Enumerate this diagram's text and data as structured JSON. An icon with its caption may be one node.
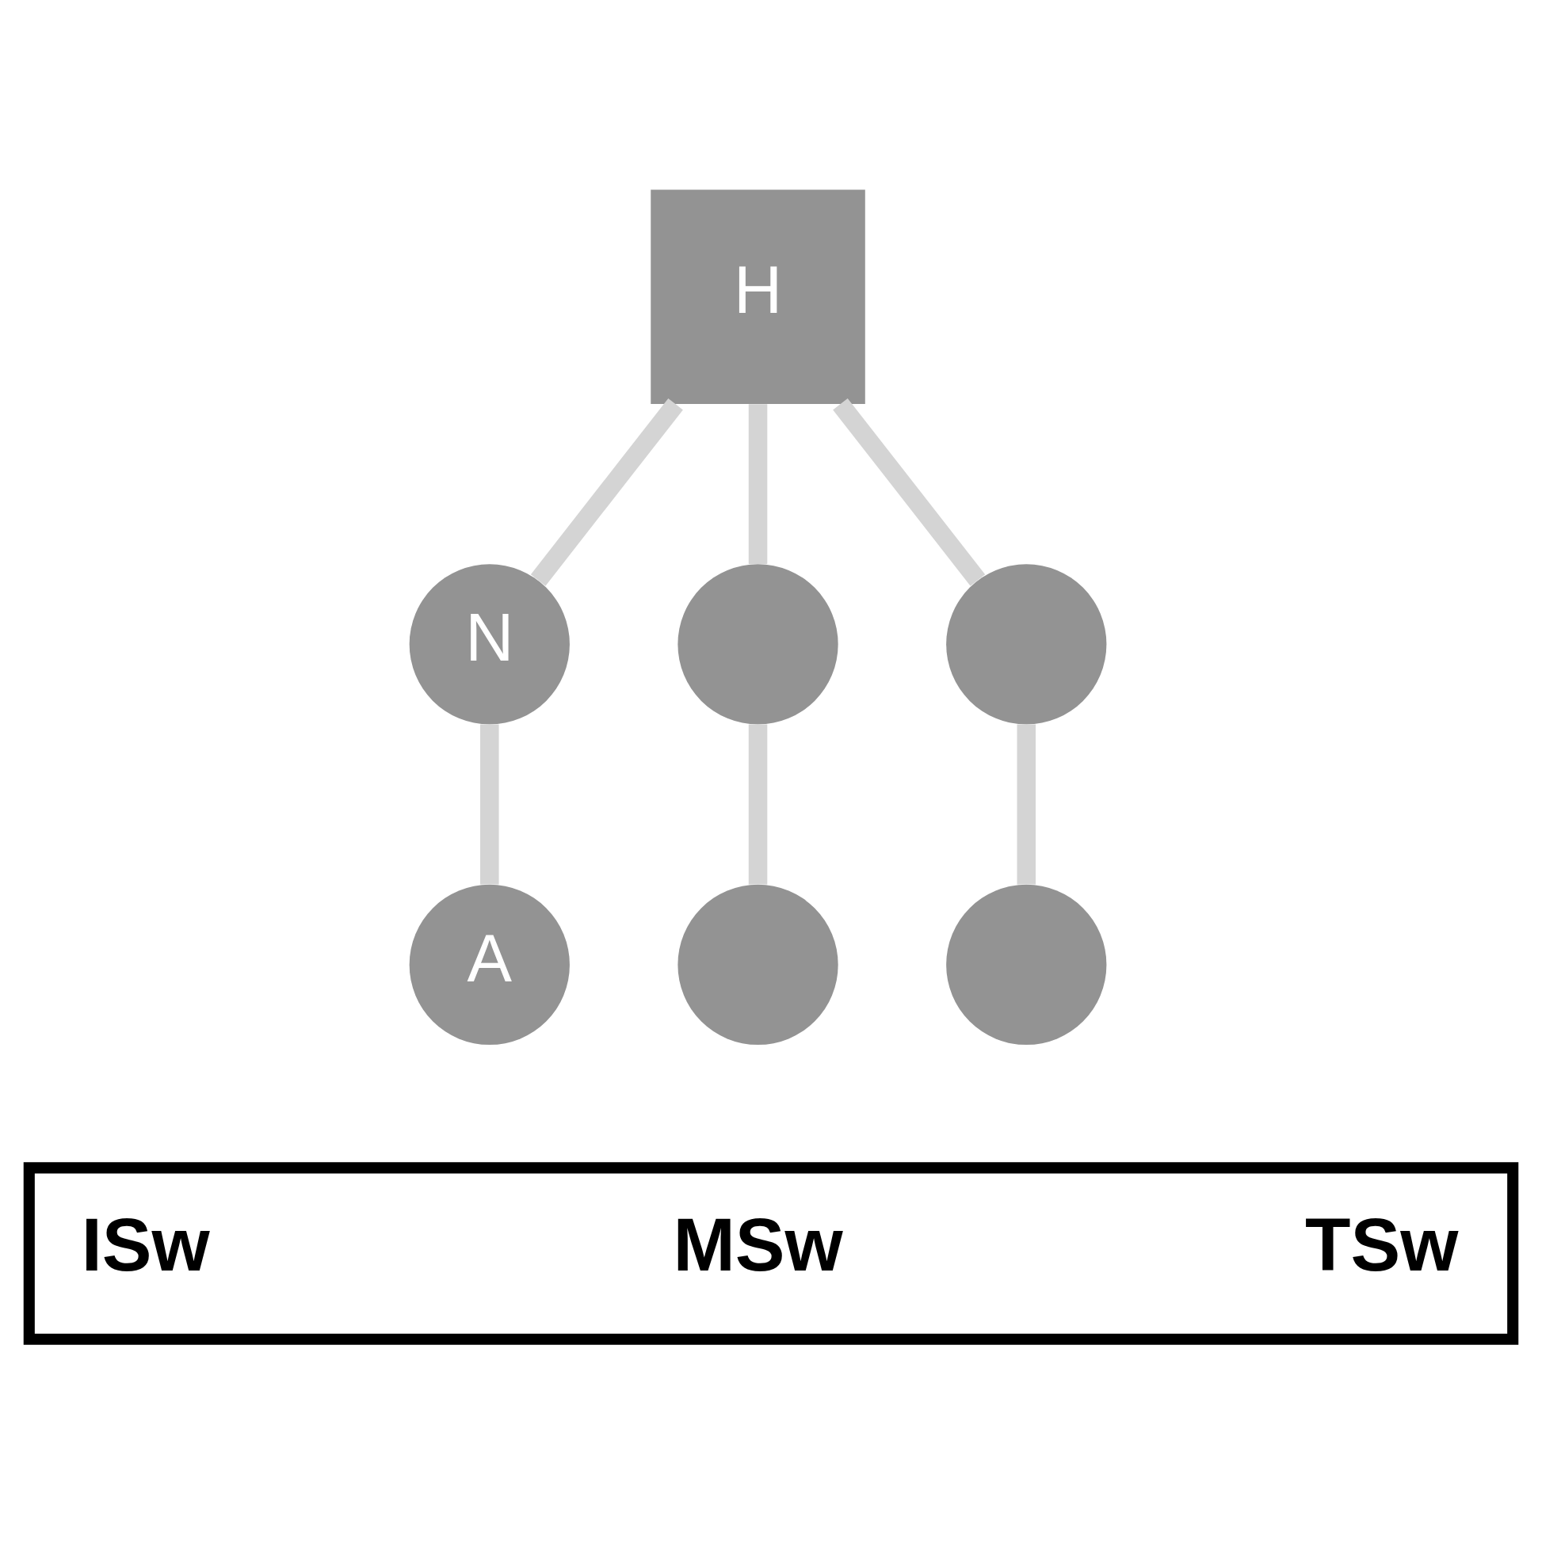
{
  "diagram": {
    "nodes": [
      {
        "text": [
          "H"
        ]
      },
      {
        "text": [
          "N"
        ]
      },
      {
        "text": [],
        "shape": "circle"
      },
      {
        "text": [],
        "shape": "circle"
      },
      {
        "text": [
          "A"
        ]
      },
      {
        "text": [],
        "shape": "circle"
      },
      {
        "text": [],
        "shape": "circle"
      },
      {
        "text": [],
        "shape": "box"
      }
    ],
    "edges": [
      {
        "from": 0,
        "to": 1,
        "arrow": "none"
      },
      {
        "from": 1,
        "to": 4,
        "arrow": "none"
      },
      {
        "from": 0,
        "to": 3,
        "arrow": "none"
      },
      {
        "from": 3,
        "to": 6,
        "arrow": "none"
      },
      {
        "from": 0,
        "to": 2,
        "arrow": "none"
      },
      {
        "from": 2,
        "to": 5,
        "arrow": "none"
      }
    ],
    "labels": [
      "ISw",
      "MSw",
      "TSw"
    ]
  }
}
